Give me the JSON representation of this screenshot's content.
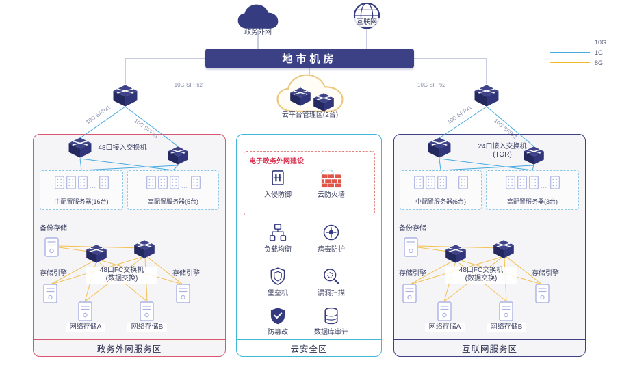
{
  "header": {
    "gov_cloud": "政务外网",
    "internet": "互联网",
    "room": "地市机房",
    "mgmt_zone": "云平台管理区(2台)",
    "link_left": "10G SFPx2",
    "link_right": "10G SFPx2",
    "diag_ll": "10G SFPx1",
    "diag_lr": "10G SFPx1",
    "diag_rl": "10G SFPx1",
    "diag_rr": "10G SFPx1"
  },
  "legend": {
    "items": [
      {
        "label": "10G",
        "color": "#a6aad2"
      },
      {
        "label": "1G",
        "color": "#45aadf"
      },
      {
        "label": "8G",
        "color": "#f2b929"
      }
    ]
  },
  "ellipsis": "…",
  "gov_zone": {
    "title": "政务外网服务区",
    "access_switch": "48口接入交换机",
    "mid_servers": "中配置服务器(16台)",
    "high_servers": "高配置服务器(5台)",
    "backup": "备份存储",
    "fc_line1": "48口FC交换机",
    "fc_line2": "(数据交换)",
    "engine_l": "存储引擎",
    "engine_r": "存储引擎",
    "net_a": "网络存储A",
    "net_b": "网络存储B"
  },
  "security_zone": {
    "title": "云安全区",
    "box_title": "电子政务外网建设",
    "items": [
      {
        "label": "入侵防御"
      },
      {
        "label": "云防火墙"
      },
      {
        "label": "负载均衡"
      },
      {
        "label": "病毒防护"
      },
      {
        "label": "堡垒机"
      },
      {
        "label": "漏洞扫描"
      },
      {
        "label": "防篡改"
      },
      {
        "label": "数据库审计"
      }
    ]
  },
  "internet_zone": {
    "title": "互联网服务区",
    "access_switch_1": "24口接入交换机",
    "access_switch_2": "(TOR)",
    "mid_servers": "中配置服务器(6台)",
    "high_servers": "高配置服务器(3台)",
    "backup": "备份存储",
    "fc_line1": "48口FC交换机",
    "fc_line2": "(数据交换)",
    "engine_l": "存储引擎",
    "engine_r": "存储引擎",
    "net_a": "网络存储A",
    "net_b": "网络存储B"
  },
  "colors": {
    "primary_navy": "#3c4186",
    "line_10g": "#a6aad2",
    "line_1g": "#45aadf",
    "line_8g": "#f2c14e",
    "gov_zone_border": "#d8576f",
    "security_zone_border": "#41b7da",
    "internet_zone_border": "#3c4186",
    "security_box_title": "#d9304f"
  }
}
